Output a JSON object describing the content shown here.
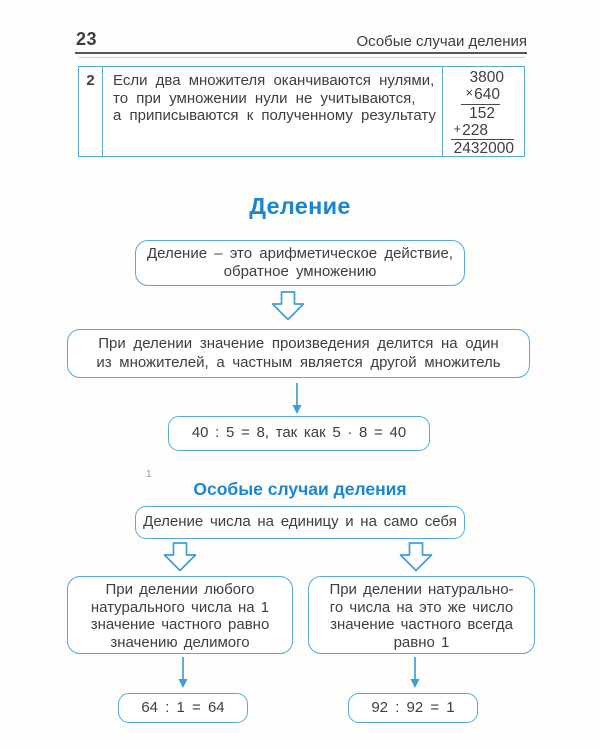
{
  "header": {
    "page_number": "23",
    "title": "Особые случаи деления"
  },
  "rule_box": {
    "number": "2",
    "text": "Если два множителя оканчиваются нулями,\nто при умножении нули не учитываются,\nа приписываются к полученному результату",
    "multiplication": {
      "multiplicand": "3800",
      "times_sign": "×",
      "multiplier": "640",
      "partial1": "152",
      "plus_sign": "+",
      "partial2": "228",
      "product": "2432000"
    }
  },
  "division_section": {
    "title": "Деление",
    "definition": "Деление – это арифметическое действие,\nобратное умножению",
    "property": "При делении значение произведения делится на один\nиз множителей, а частным является другой множитель",
    "example": "40 : 5 = 8, так как 5 · 8 = 40"
  },
  "special_cases": {
    "stray_mark": "1",
    "title": "Особые случаи деления",
    "case": "Деление числа на единицу и на само себя",
    "division_by_one": {
      "rule": "При делении любого\nнатурального числа на 1\nзначение частного равно\nзначению делимого",
      "example": "64 : 1 = 64"
    },
    "division_by_itself": {
      "rule": "При делении натурально-\nго числа на это же число\nзначение частного всегда\nравно 1",
      "example": "92 : 92 = 1"
    }
  },
  "colors": {
    "border_blue": "#55a9d9",
    "arrow_blue": "#3f9fd4",
    "title_blue": "#1b86cf",
    "text": "#3e3e3e"
  }
}
